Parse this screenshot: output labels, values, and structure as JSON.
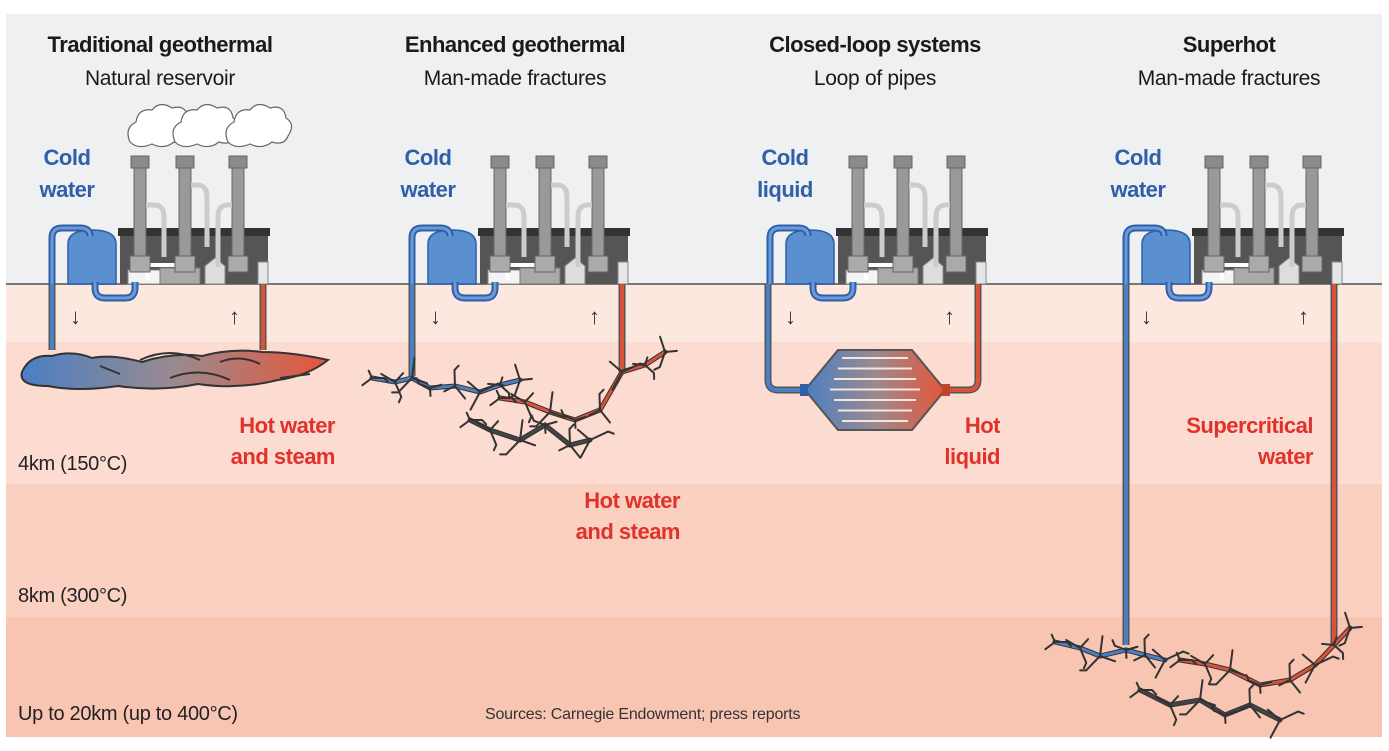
{
  "colors": {
    "sky": "#eef0f2",
    "band1": "#fde8df",
    "band2": "#fcdbd0",
    "band3": "#fad0c1",
    "band4": "#f8c5b3",
    "cold_text": "#2f5fa8",
    "hot_text": "#e0312b",
    "cold_pipe": "#4a7fc4",
    "hot_pipe": "#d9533b"
  },
  "columns": [
    {
      "title": "Traditional geothermal",
      "subtitle": "Natural reservoir",
      "cold_label": [
        "Cold",
        "water"
      ],
      "hot_label": [
        "Hot water",
        "and steam"
      ],
      "has_steam_clouds": true,
      "reservoir_type": "natural reservoir"
    },
    {
      "title": "Enhanced geothermal",
      "subtitle": "Man-made fractures",
      "cold_label": [
        "Cold",
        "water"
      ],
      "hot_label": [
        "Hot water",
        "and steam"
      ],
      "has_steam_clouds": false,
      "reservoir_type": "man-made fractures"
    },
    {
      "title": "Closed-loop systems",
      "subtitle": "Loop of pipes",
      "cold_label": [
        "Cold",
        "liquid"
      ],
      "hot_label": [
        "Hot",
        "liquid"
      ],
      "has_steam_clouds": false,
      "reservoir_type": "loop of pipes"
    },
    {
      "title": "Superhot",
      "subtitle": "Man-made fractures",
      "cold_label": [
        "Cold",
        "water"
      ],
      "hot_label": [
        "Supercritical",
        "water"
      ],
      "has_steam_clouds": false,
      "reservoir_type": "man-made fractures"
    }
  ],
  "arrows": {
    "down": "↓",
    "up": "↑"
  },
  "depths": [
    {
      "label": "4km (150°C)"
    },
    {
      "label": "8km (300°C)"
    },
    {
      "label": "Up to 20km (up to 400°C)"
    }
  ],
  "source": "Sources: Carnegie Endowment; press reports"
}
